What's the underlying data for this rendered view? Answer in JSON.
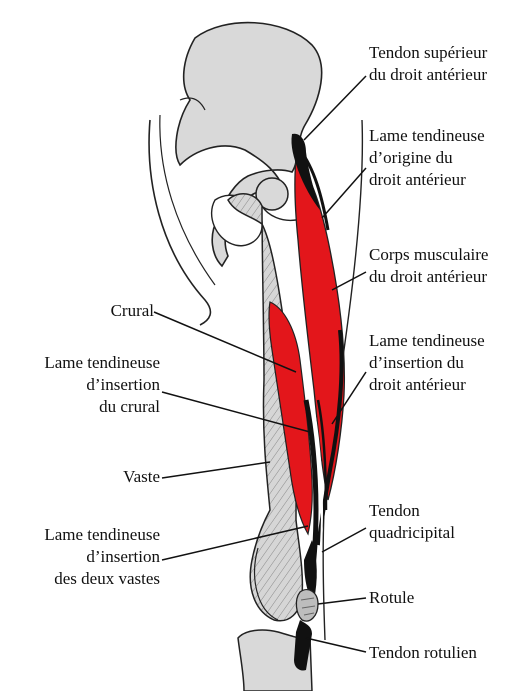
{
  "labels": {
    "tendon_superieur": [
      "Tendon supérieur",
      "du droit antérieur"
    ],
    "lame_origine": [
      "Lame tendineuse",
      "d’origine du",
      "droit antérieur"
    ],
    "corps_musculaire": [
      "Corps musculaire",
      "du droit antérieur"
    ],
    "lame_insertion_droit": [
      "Lame tendineuse",
      "d’insertion du",
      "droit antérieur"
    ],
    "tendon_quadricipital": [
      "Tendon",
      "quadricipital"
    ],
    "rotule": "Rotule",
    "tendon_rotulien": "Tendon rotulien",
    "crural": "Crural",
    "lame_insertion_crural": [
      "Lame tendineuse",
      "d’insertion",
      "du crural"
    ],
    "vaste": "Vaste",
    "lame_insertion_vastes": [
      "Lame tendineuse",
      "d’insertion",
      "des deux vastes"
    ]
  },
  "colors": {
    "muscle": "#e3161b",
    "bone": "#d9d9d9",
    "tendon": "#111111",
    "outline": "#222222"
  }
}
